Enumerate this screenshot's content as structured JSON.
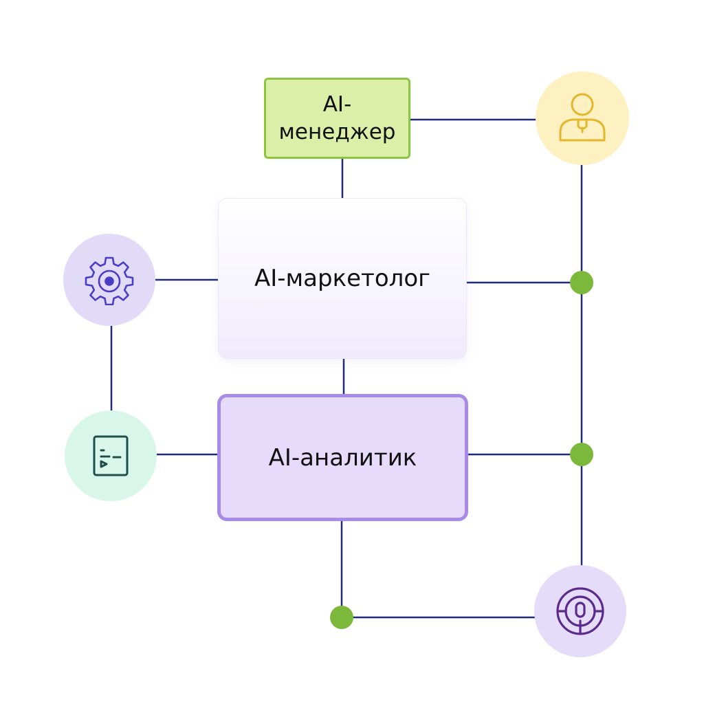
{
  "nodes": {
    "manager": {
      "label": "AI-менеджер"
    },
    "marketer": {
      "label": "AI-маркетолог"
    },
    "analyst": {
      "label": "AI-аналитик"
    }
  },
  "icons": {
    "person": "person-icon",
    "gear": "gear-icon",
    "terminal": "terminal-icon",
    "target": "target-icon"
  },
  "colors": {
    "connector": "#1f2a78",
    "junction": "#7cb83a",
    "manager_fill": "#dcefa8",
    "manager_border": "#8cc63f",
    "analyst_fill": "#e6dbfa",
    "analyst_border": "#a88be9",
    "person_circle": "#fdf1c2",
    "gear_circle": "#e2dbf8",
    "terminal_circle": "#d8f6e9",
    "target_circle": "#e5dcf9"
  }
}
